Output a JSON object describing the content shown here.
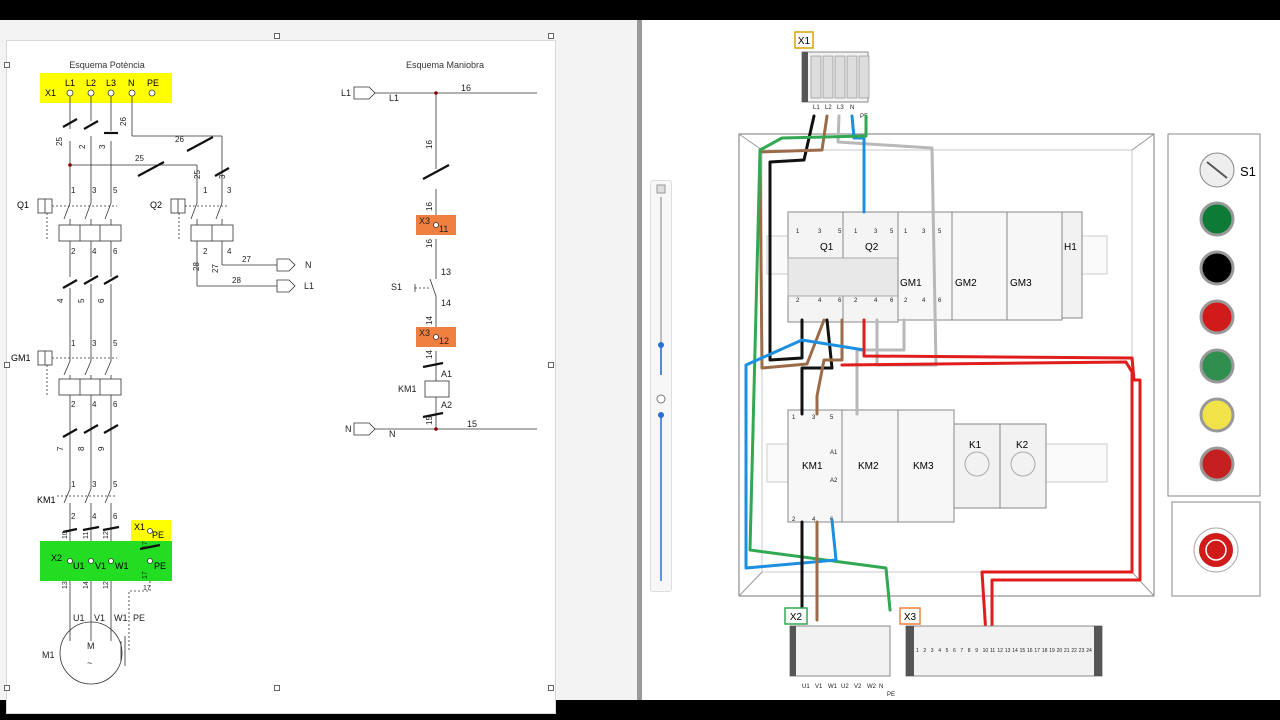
{
  "schematics": {
    "power_title": "Esquema Potència",
    "control_title": "Esquema Maniobra"
  },
  "power": {
    "x1": "X1",
    "terminals": [
      "L1",
      "L2",
      "L3",
      "N",
      "PE"
    ],
    "wire_nums": [
      "25",
      "2",
      "3",
      "26",
      "26",
      "25",
      "25",
      "3"
    ],
    "q1": "Q1",
    "q2": "Q2",
    "q1_nums_top": [
      "1",
      "3",
      "5"
    ],
    "q1_nums_bot": [
      "2",
      "4",
      "6"
    ],
    "q2_nums_top": [
      "1",
      "3"
    ],
    "q2_nums_bot": [
      "2",
      "4"
    ],
    "q2_out": [
      "27",
      "28",
      "27",
      "28",
      "N",
      "L1"
    ],
    "mid_wires_1": [
      "4",
      "5",
      "6"
    ],
    "gm1": "GM1",
    "gm1_nums_top": [
      "1",
      "3",
      "5"
    ],
    "gm1_nums_bot": [
      "2",
      "4",
      "6"
    ],
    "mid_wires_2": [
      "7",
      "8",
      "9"
    ],
    "km1": "KM1",
    "km1_nums_top": [
      "1",
      "3",
      "5"
    ],
    "km1_nums_bot": [
      "2",
      "4",
      "6"
    ],
    "x1_pe": [
      "X1",
      "PE"
    ],
    "x2": "X2",
    "x2_terms": [
      "U1",
      "V1",
      "W1",
      "PE"
    ],
    "x2_wire_nums": [
      "10",
      "11",
      "12",
      "17",
      "13",
      "14",
      "12",
      "17",
      "17"
    ],
    "motor_terms": [
      "U1",
      "V1",
      "W1",
      "PE"
    ],
    "motor_label": "M1",
    "motor_symbol": "M",
    "motor_tilde": "~"
  },
  "control": {
    "l1": "L1",
    "l1_wire": "L1",
    "w16": "16",
    "w16b": "16",
    "x3": "X3",
    "t11": "11",
    "w16c": "16",
    "w16d": "16",
    "w13": "13",
    "s1": "S1",
    "w14": "14",
    "w14b": "14",
    "t12": "12",
    "w14c": "14",
    "a1": "A1",
    "km1": "KM1",
    "a2": "A2",
    "w15b": "15",
    "n": "N",
    "n_wire": "N",
    "w15": "15"
  },
  "panel": {
    "x1": "X1",
    "x1_terms": [
      "L1",
      "L2",
      "L3",
      "N",
      "PE"
    ],
    "q1": "Q1",
    "q2": "Q2",
    "gm1": "GM1",
    "gm2": "GM2",
    "gm3": "GM3",
    "h1": "H1",
    "top_nums": [
      "1",
      "3",
      "5",
      "1",
      "3",
      "5"
    ],
    "bot_nums": [
      "2",
      "4",
      "6",
      "2",
      "4",
      "6"
    ],
    "gm_nums_top": [
      "1",
      "3",
      "5"
    ],
    "gm_nums_bot": [
      "2",
      "4",
      "6"
    ],
    "km1": "KM1",
    "km2": "KM2",
    "km3": "KM3",
    "k1": "K1",
    "k2": "K2",
    "km_top": [
      "1",
      "3",
      "5"
    ],
    "km_bot": [
      "2",
      "4",
      "6"
    ],
    "a1": "A1",
    "a2": "A2",
    "x2": "X2",
    "x2_terms": [
      "U1",
      "V1",
      "W1",
      "U2",
      "V2",
      "W2",
      "N"
    ],
    "x2_pe": "PE",
    "x3": "X3",
    "x3_nums": [
      "1",
      "2",
      "3",
      "4",
      "5",
      "6",
      "7",
      "8",
      "9",
      "10",
      "11",
      "12",
      "13",
      "14",
      "15",
      "16",
      "17",
      "18",
      "19",
      "20",
      "21",
      "22",
      "23",
      "24"
    ],
    "s1": "S1"
  },
  "colors": {
    "yellow_label": "#ffff00",
    "orange_label": "#f08040",
    "green_label": "#22dd22",
    "wire_black": "#111111",
    "wire_brown": "#9b6b4a",
    "wire_gray": "#b8b8b8",
    "wire_blue": "#1d8fe0",
    "wire_green": "#33a852",
    "wire_red": "#e01c1c",
    "pilot_green": "#0d7a36",
    "pilot_red": "#d11a1a",
    "pilot_yellow": "#f2e24a"
  }
}
